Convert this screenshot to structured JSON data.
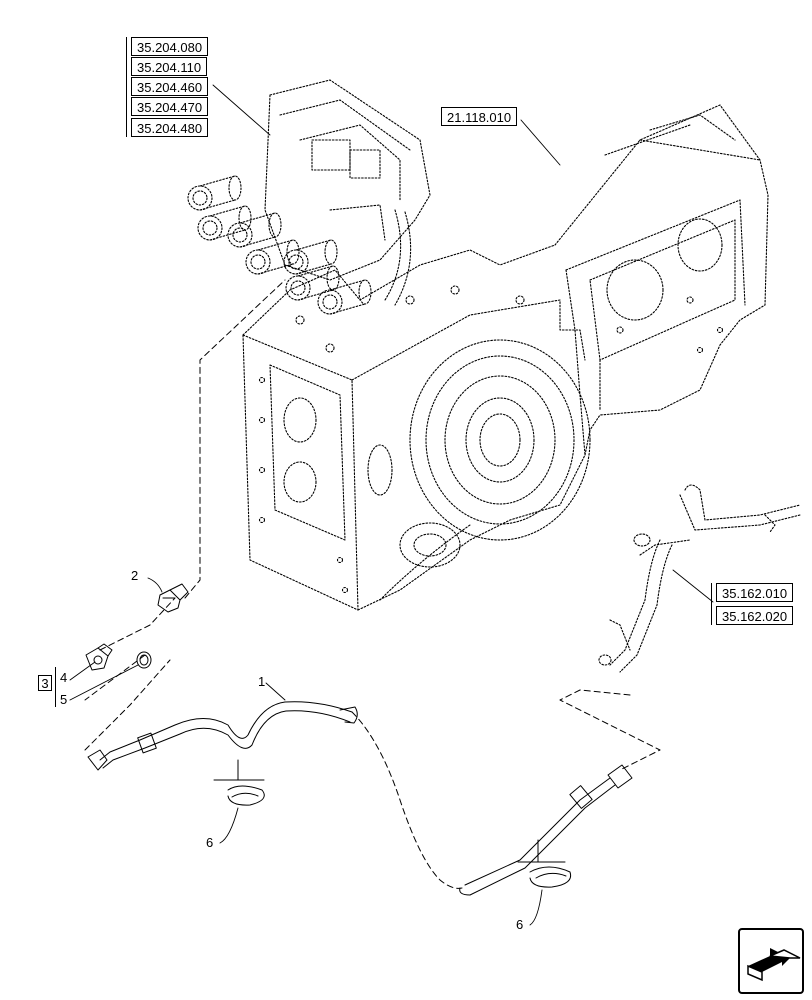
{
  "references": {
    "ref1": "35.204.080",
    "ref2": "35.204.110",
    "ref3": "35.204.460",
    "ref4": "35.204.470",
    "ref5": "35.204.480",
    "ref6": "21.118.010",
    "ref7": "35.162.010",
    "ref8": "35.162.020"
  },
  "callouts": {
    "c1": "1",
    "c2": "2",
    "c3": "3",
    "c4": "4",
    "c5": "5",
    "c6a": "6",
    "c6b": "6"
  },
  "nav": {
    "icon": "next-page-arrow-icon"
  }
}
